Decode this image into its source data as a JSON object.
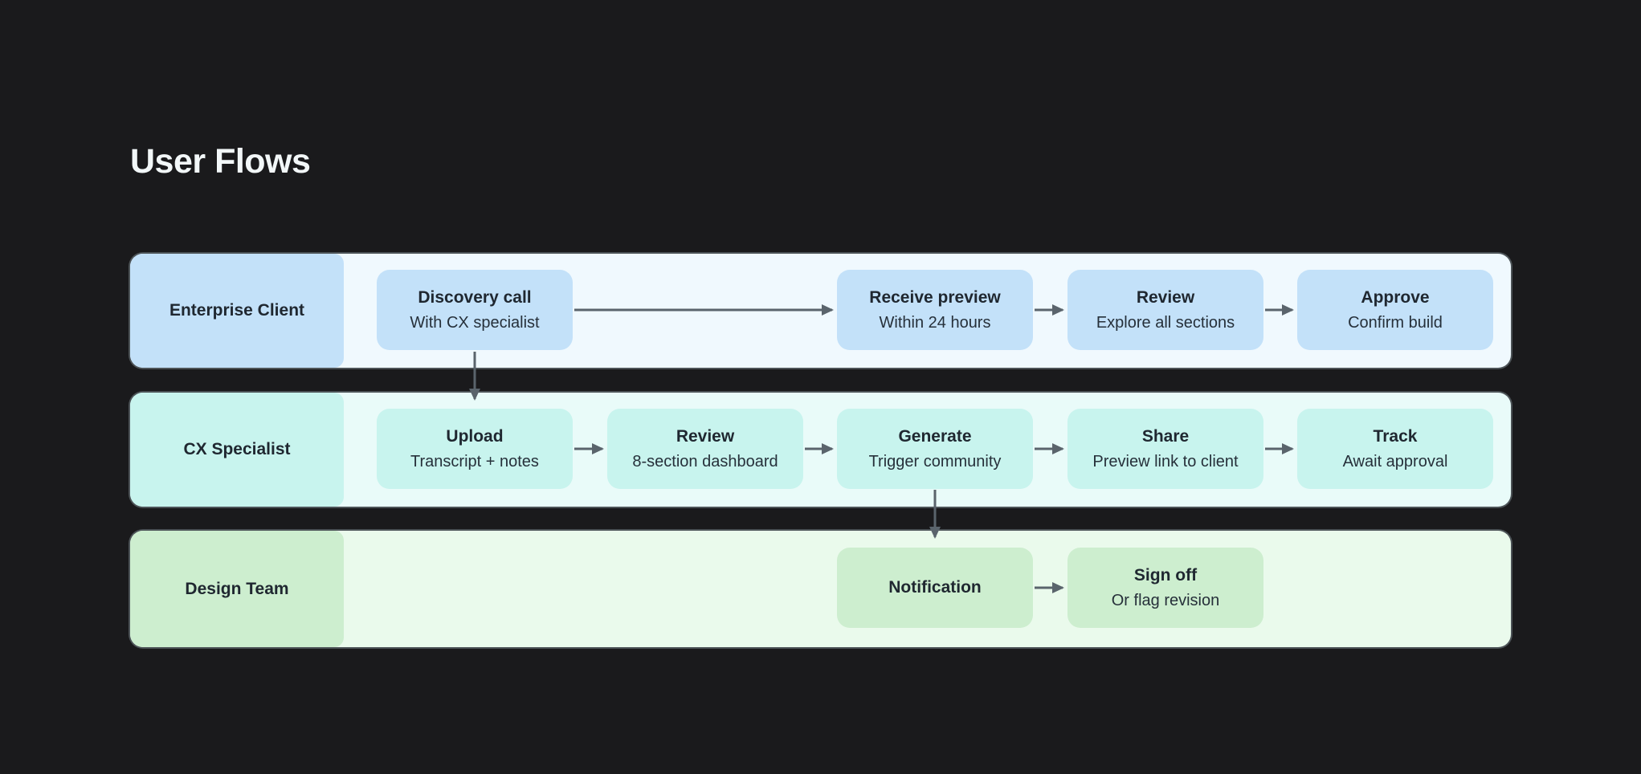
{
  "page": {
    "title": "User Flows",
    "background": "#1a1a1c"
  },
  "colors": {
    "title_text": "#f2f7f8",
    "node_text": "#1f2730",
    "arrow": "#5a646c",
    "lane_blue_bg": "#f0f9fe",
    "lane_blue_accent": "#c3e1f9",
    "lane_teal_bg": "#e9fbf9",
    "lane_teal_accent": "#c8f4ee",
    "lane_green_bg": "#eafaec",
    "lane_green_accent": "#cdeecf"
  },
  "lanes": [
    {
      "name": "Enterprise Client",
      "steps": [
        {
          "title": "Discovery call",
          "subtitle": "With CX specialist"
        },
        {
          "title": "Receive preview",
          "subtitle": "Within 24 hours"
        },
        {
          "title": "Review",
          "subtitle": "Explore all sections"
        },
        {
          "title": "Approve",
          "subtitle": "Confirm build"
        }
      ]
    },
    {
      "name": "CX Specialist",
      "steps": [
        {
          "title": "Upload",
          "subtitle": "Transcript + notes"
        },
        {
          "title": "Review",
          "subtitle": "8-section dashboard"
        },
        {
          "title": "Generate",
          "subtitle": "Trigger community"
        },
        {
          "title": "Share",
          "subtitle": "Preview link to client"
        },
        {
          "title": "Track",
          "subtitle": "Await approval"
        }
      ]
    },
    {
      "name": "Design Team",
      "steps": [
        {
          "title": "Notification"
        },
        {
          "title": "Sign off",
          "subtitle": "Or flag revision"
        }
      ]
    }
  ],
  "flows": [
    {
      "lane": "Enterprise Client",
      "from": "Discovery call",
      "to": "Receive preview"
    },
    {
      "lane": "Enterprise Client",
      "from": "Receive preview",
      "to": "Review"
    },
    {
      "lane": "Enterprise Client",
      "from": "Review",
      "to": "Approve"
    },
    {
      "lane": "CX Specialist",
      "from": "Upload",
      "to": "Review"
    },
    {
      "lane": "CX Specialist",
      "from": "Review",
      "to": "Generate"
    },
    {
      "lane": "CX Specialist",
      "from": "Generate",
      "to": "Share"
    },
    {
      "lane": "CX Specialist",
      "from": "Share",
      "to": "Track"
    },
    {
      "lane": "Design Team",
      "from": "Notification",
      "to": "Sign off"
    },
    {
      "cross_lane": "true",
      "from": "Discovery call",
      "to": "Upload"
    },
    {
      "cross_lane": "true",
      "from": "Generate",
      "to": "Notification"
    }
  ]
}
